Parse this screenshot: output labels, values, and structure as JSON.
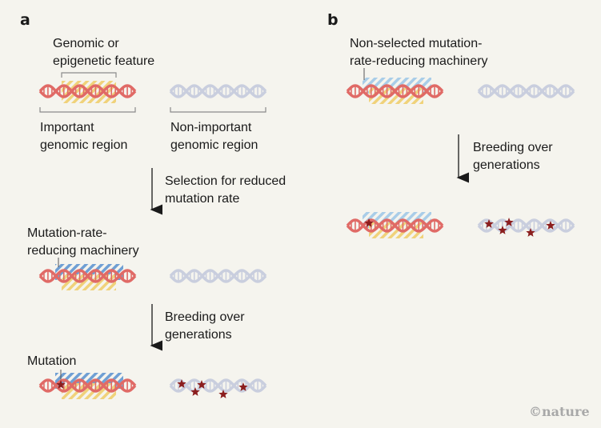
{
  "panels": {
    "a": {
      "label": "a",
      "feature_label": "Genomic or\nepigenetic feature",
      "important_label": "Important\ngenomic region",
      "nonimportant_label": "Non-important\ngenomic region",
      "step1_label": "Selection for reduced\nmutation rate",
      "machinery_label": "Mutation-rate-\nreducing machinery",
      "step2_label": "Breeding over\ngenerations",
      "mutation_label": "Mutation"
    },
    "b": {
      "label": "b",
      "machinery_label": "Non-selected mutation-\nrate-reducing machinery",
      "step_label": "Breeding over\ngenerations"
    }
  },
  "colors": {
    "background": "#f5f4ee",
    "important_dna": "#e06a66",
    "nonimportant_dna": "#c9cede",
    "feature_hatch": "#f0d27a",
    "machinery_hatch": "#6f9fd4",
    "nonselected_hatch": "#a9cde8",
    "mutation_star": "#8b1e1e",
    "bracket": "#8a8a8a"
  },
  "credit": "©nature"
}
